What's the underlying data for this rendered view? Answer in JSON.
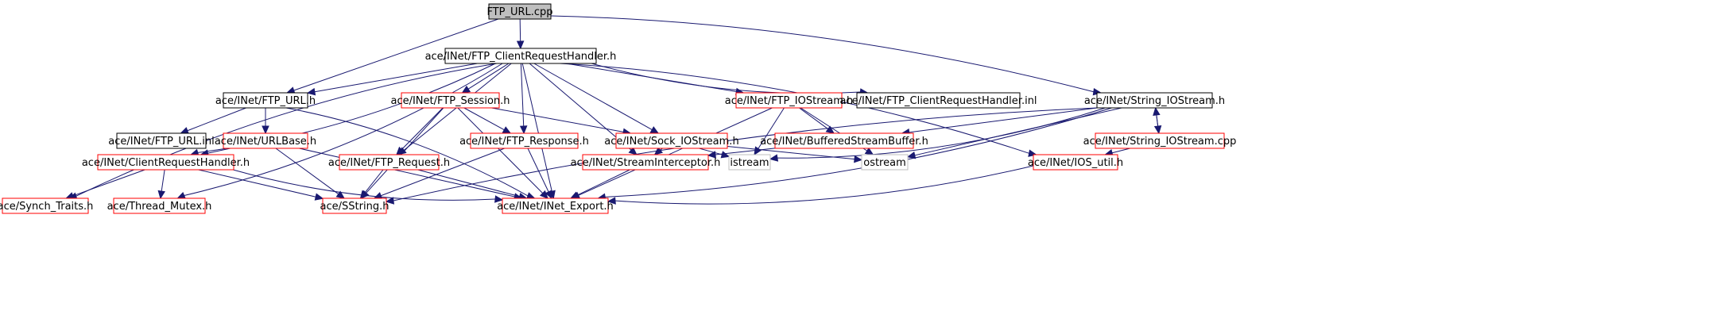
{
  "colors": {
    "edge": "#191970",
    "border_linked": "#ff0000",
    "border_documented": "#000000",
    "border_external": "#bfbfbf",
    "root_fill": "#bfbfbf",
    "node_fill": "#ffffff"
  },
  "nodes": [
    {
      "id": "ftp_url_cpp",
      "label": "FTP_URL.cpp",
      "kind": "root"
    },
    {
      "id": "ftp_crh_h",
      "label": "ace/INet/FTP_ClientRequestHandler.h",
      "kind": "documented"
    },
    {
      "id": "ftp_url_h",
      "label": "ace/INet/FTP_URL.h",
      "kind": "documented"
    },
    {
      "id": "ftp_session_h",
      "label": "ace/INet/FTP_Session.h",
      "kind": "linked"
    },
    {
      "id": "ftp_iostream_h",
      "label": "ace/INet/FTP_IOStream.h",
      "kind": "linked"
    },
    {
      "id": "ftp_crh_inl",
      "label": "ace/INet/FTP_ClientRequestHandler.inl",
      "kind": "documented"
    },
    {
      "id": "string_iostream_h",
      "label": "ace/INet/String_IOStream.h",
      "kind": "documented"
    },
    {
      "id": "ftp_url_inl",
      "label": "ace/INet/FTP_URL.inl",
      "kind": "documented"
    },
    {
      "id": "urlbase_h",
      "label": "ace/INet/URLBase.h",
      "kind": "linked"
    },
    {
      "id": "ftp_response_h",
      "label": "ace/INet/FTP_Response.h",
      "kind": "linked"
    },
    {
      "id": "sock_iostream_h",
      "label": "ace/INet/Sock_IOStream.h",
      "kind": "linked"
    },
    {
      "id": "buffered_sb_h",
      "label": "ace/INet/BufferedStreamBuffer.h",
      "kind": "linked"
    },
    {
      "id": "string_iostream_cpp",
      "label": "ace/INet/String_IOStream.cpp",
      "kind": "linked"
    },
    {
      "id": "client_rh_h",
      "label": "ace/INet/ClientRequestHandler.h",
      "kind": "linked"
    },
    {
      "id": "ftp_request_h",
      "label": "ace/INet/FTP_Request.h",
      "kind": "linked"
    },
    {
      "id": "stream_int_h",
      "label": "ace/INet/StreamInterceptor.h",
      "kind": "linked"
    },
    {
      "id": "istream",
      "label": "istream",
      "kind": "external"
    },
    {
      "id": "ostream",
      "label": "ostream",
      "kind": "external"
    },
    {
      "id": "ios_util_h",
      "label": "ace/INet/IOS_util.h",
      "kind": "linked"
    },
    {
      "id": "synch_traits_h",
      "label": "ace/Synch_Traits.h",
      "kind": "linked"
    },
    {
      "id": "thread_mutex_h",
      "label": "ace/Thread_Mutex.h",
      "kind": "linked"
    },
    {
      "id": "sstring_h",
      "label": "ace/SString.h",
      "kind": "linked"
    },
    {
      "id": "inet_export_h",
      "label": "ace/INet/INet_Export.h",
      "kind": "linked"
    }
  ],
  "edges": [
    [
      "ftp_url_cpp",
      "ftp_crh_h"
    ],
    [
      "ftp_url_cpp",
      "ftp_url_h"
    ],
    [
      "ftp_url_cpp",
      "string_iostream_h"
    ],
    [
      "ftp_crh_h",
      "ftp_url_h"
    ],
    [
      "ftp_crh_h",
      "ftp_session_h"
    ],
    [
      "ftp_crh_h",
      "ftp_response_h"
    ],
    [
      "ftp_crh_h",
      "ftp_iostream_h"
    ],
    [
      "ftp_crh_h",
      "ftp_crh_inl"
    ],
    [
      "ftp_crh_h",
      "client_rh_h"
    ],
    [
      "ftp_crh_h",
      "synch_traits_h"
    ],
    [
      "ftp_crh_h",
      "thread_mutex_h"
    ],
    [
      "ftp_crh_h",
      "ftp_request_h"
    ],
    [
      "ftp_crh_h",
      "stream_int_h"
    ],
    [
      "ftp_crh_h",
      "sock_iostream_h"
    ],
    [
      "ftp_crh_h",
      "ios_util_h"
    ],
    [
      "ftp_crh_h",
      "inet_export_h"
    ],
    [
      "ftp_url_h",
      "ftp_url_inl"
    ],
    [
      "ftp_url_h",
      "urlbase_h"
    ],
    [
      "ftp_url_h",
      "inet_export_h"
    ],
    [
      "urlbase_h",
      "client_rh_h"
    ],
    [
      "urlbase_h",
      "sstring_h"
    ],
    [
      "urlbase_h",
      "inet_export_h"
    ],
    [
      "client_rh_h",
      "synch_traits_h"
    ],
    [
      "client_rh_h",
      "thread_mutex_h"
    ],
    [
      "client_rh_h",
      "sstring_h"
    ],
    [
      "client_rh_h",
      "inet_export_h"
    ],
    [
      "ftp_session_h",
      "ftp_request_h"
    ],
    [
      "ftp_session_h",
      "ftp_response_h"
    ],
    [
      "ftp_session_h",
      "sock_iostream_h"
    ],
    [
      "ftp_session_h",
      "sstring_h"
    ],
    [
      "ftp_session_h",
      "inet_export_h"
    ],
    [
      "ftp_response_h",
      "sstring_h"
    ],
    [
      "ftp_response_h",
      "inet_export_h"
    ],
    [
      "ftp_request_h",
      "sstring_h"
    ],
    [
      "ftp_request_h",
      "inet_export_h"
    ],
    [
      "sock_iostream_h",
      "stream_int_h"
    ],
    [
      "sock_iostream_h",
      "istream"
    ],
    [
      "sock_iostream_h",
      "ostream"
    ],
    [
      "stream_int_h",
      "inet_export_h"
    ],
    [
      "ftp_iostream_h",
      "buffered_sb_h"
    ],
    [
      "ftp_iostream_h",
      "istream"
    ],
    [
      "ftp_iostream_h",
      "ostream"
    ],
    [
      "ftp_iostream_h",
      "inet_export_h"
    ],
    [
      "buffered_sb_h",
      "stream_int_h"
    ],
    [
      "string_iostream_h",
      "buffered_sb_h"
    ],
    [
      "string_iostream_h",
      "string_iostream_cpp"
    ],
    [
      "string_iostream_h",
      "istream"
    ],
    [
      "string_iostream_h",
      "ostream"
    ],
    [
      "string_iostream_h",
      "inet_export_h"
    ],
    [
      "string_iostream_h",
      "sstring_h"
    ],
    [
      "string_iostream_cpp",
      "string_iostream_h"
    ],
    [
      "string_iostream_cpp",
      "ios_util_h"
    ],
    [
      "ios_util_h",
      "inet_export_h"
    ]
  ]
}
